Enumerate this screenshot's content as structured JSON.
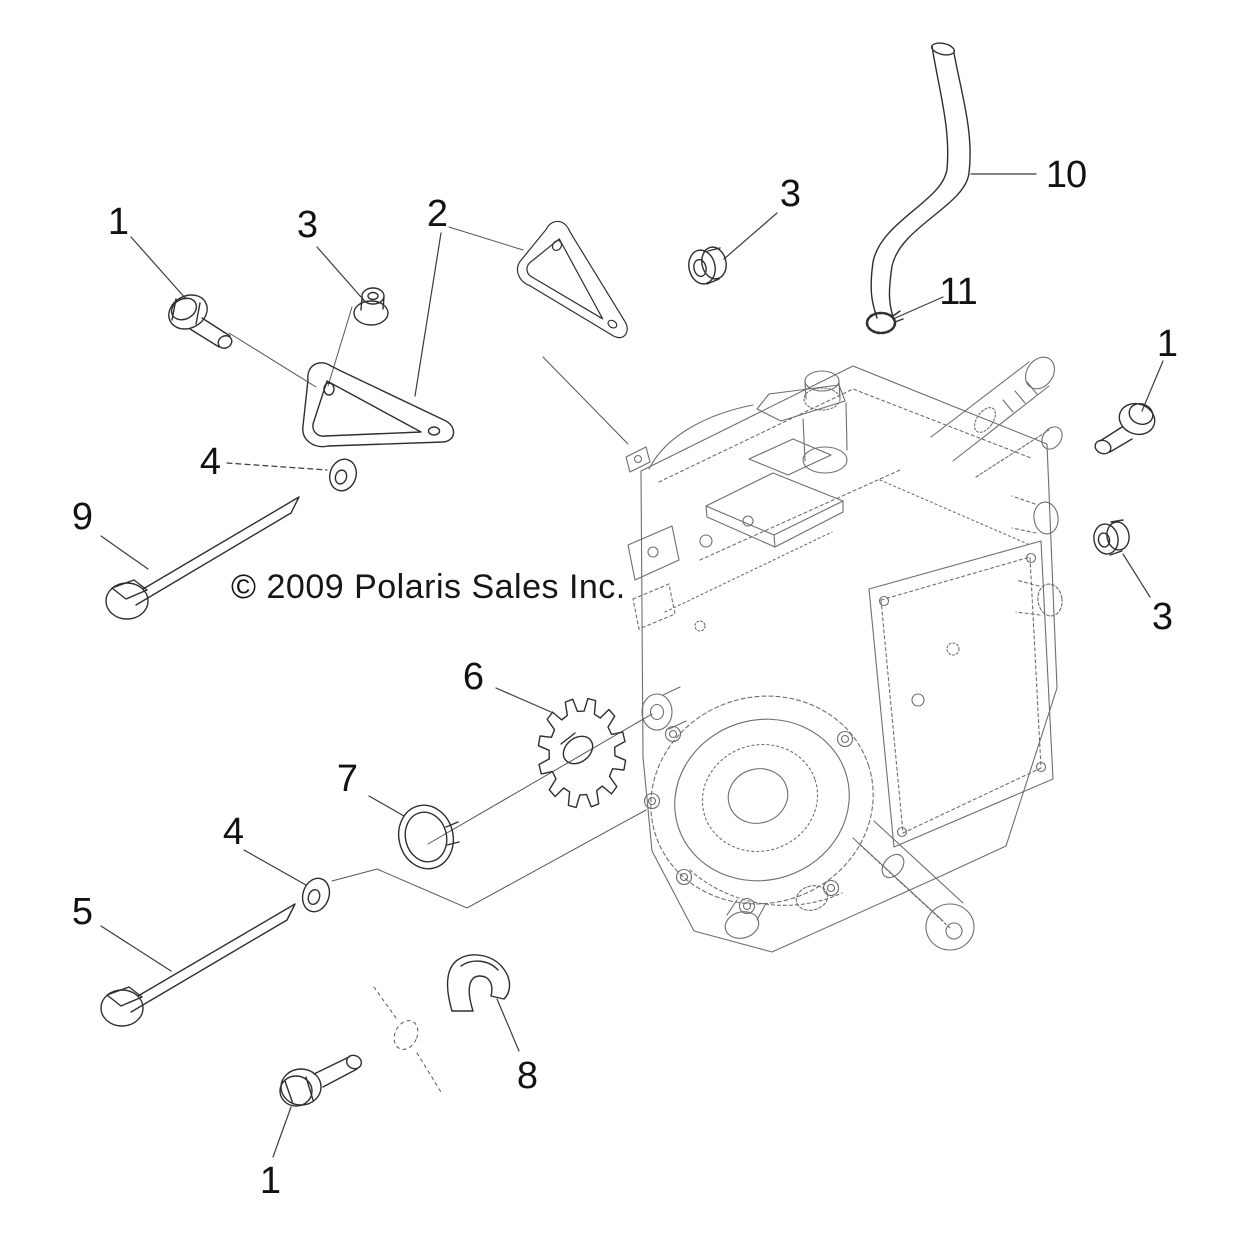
{
  "copyright": "© 2009 Polaris Sales Inc.",
  "colors": {
    "background": "#ffffff",
    "part_lines": "#2f2f2f",
    "gearcase_lines": "#6e6e6e",
    "leader_lines": "#3c3c3c",
    "label_text": "#121212"
  },
  "callouts": [
    {
      "label": "1"
    },
    {
      "label": "3"
    },
    {
      "label": "2"
    },
    {
      "label": "3"
    },
    {
      "label": "10"
    },
    {
      "label": "11"
    },
    {
      "label": "1"
    },
    {
      "label": "3"
    },
    {
      "label": "9"
    },
    {
      "label": "4"
    },
    {
      "label": "6"
    },
    {
      "label": "7"
    },
    {
      "label": "4"
    },
    {
      "label": "5"
    },
    {
      "label": "8"
    },
    {
      "label": "1"
    }
  ],
  "parts": [
    "flange-bolt",
    "flange-nut",
    "mount-bracket",
    "sealing-plug",
    "vent-hose",
    "hose-clamp",
    "hex-bolt-long",
    "flat-washer",
    "drive-sprocket",
    "retaining-ring",
    "hook-clip",
    "main-gearcase"
  ]
}
